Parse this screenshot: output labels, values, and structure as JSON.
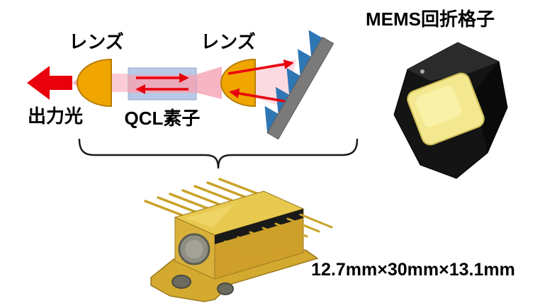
{
  "diagram": {
    "schematic": {
      "output_light_label": "出力光",
      "lens_left_label": "レンズ",
      "lens_right_label": "レンズ",
      "qcl_chip_label": "QCL素子",
      "mems_grating_label": "MEMS回折格子"
    },
    "module": {
      "dimensions_label": "12.7mm×30mm×13.1mm"
    },
    "colors": {
      "output_arrow_red": "#e8000d",
      "beam_pink": "#f5a3b5",
      "beam_pink_light": "#f9c6d1",
      "lens_gold": "#f0a500",
      "lens_outline": "#b97e00",
      "qcl_fill": "#b7c9e5",
      "grating_bar_gray": "#7a7a7a",
      "grating_teeth_blue": "#2f76b5",
      "brace_black": "#1a1a1a",
      "package_gold": "#e8c94f",
      "mems_body_black": "#141414",
      "mems_mirror_yellow": "#f3e88f"
    }
  }
}
